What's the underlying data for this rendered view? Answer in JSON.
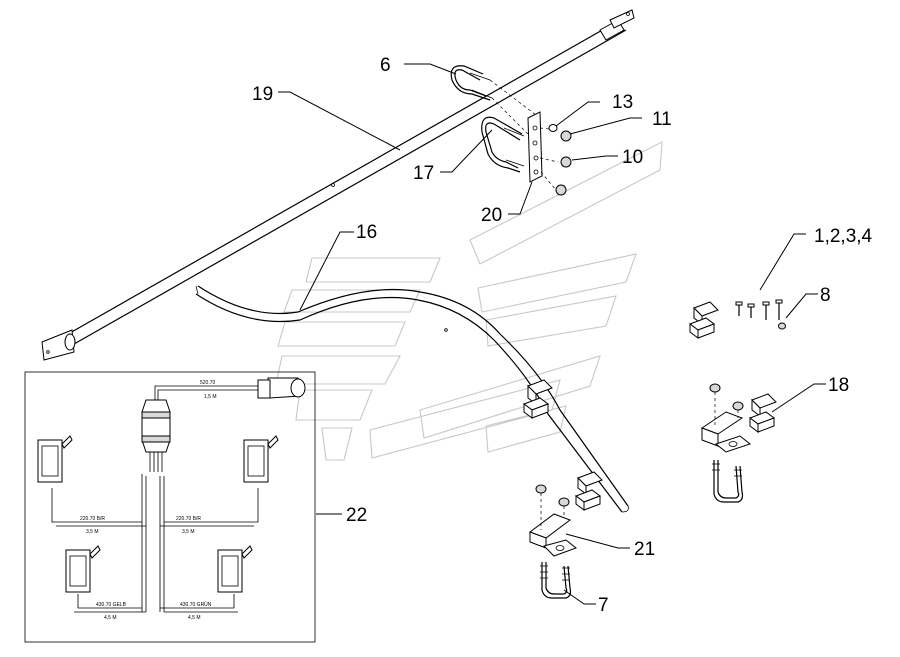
{
  "callouts": {
    "c6": "6",
    "c19": "19",
    "c13": "13",
    "c11": "11",
    "c10": "10",
    "c17": "17",
    "c20": "20",
    "c16": "16",
    "c1234": "1,2,3,4",
    "c8": "8",
    "c18": "18",
    "c22": "22",
    "c21": "21",
    "c7": "7"
  },
  "harness_labels": {
    "top_len": "520.70",
    "top_m": "1,5 M",
    "mid_left_len": "220.70 B/R",
    "mid_left_m": "3,5 M",
    "mid_right_len": "220.70 B/R",
    "mid_right_m": "3,5 M",
    "bot_left_len": "430.70 GELB",
    "bot_left_m": "4,5 M",
    "bot_right_len": "430.70 GRÜN",
    "bot_right_m": "4,5 M"
  }
}
